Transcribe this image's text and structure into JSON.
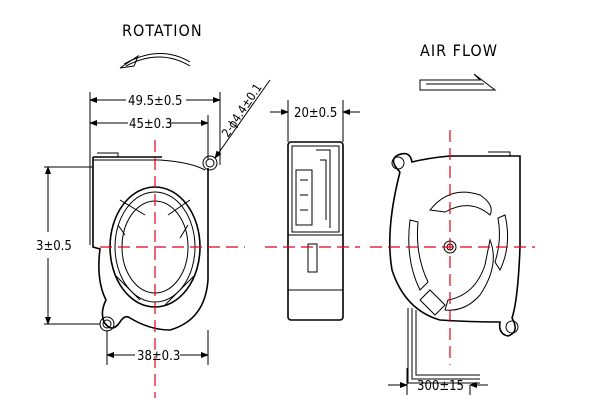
{
  "labels": {
    "rotation": "ROTATION",
    "air_flow": "AIR FLOW"
  },
  "dimensions": {
    "overall_width": "49.5±0.5",
    "hole_spacing_top": "45±0.3",
    "mount_holes": "2-ϕ4.4±0.1",
    "thickness": "20±0.5",
    "height": "3±0.5",
    "hole_spacing_bottom": "38±0.3",
    "lead_length": "300±15"
  },
  "colors": {
    "centerline": "#e0001b",
    "line": "#000000"
  }
}
